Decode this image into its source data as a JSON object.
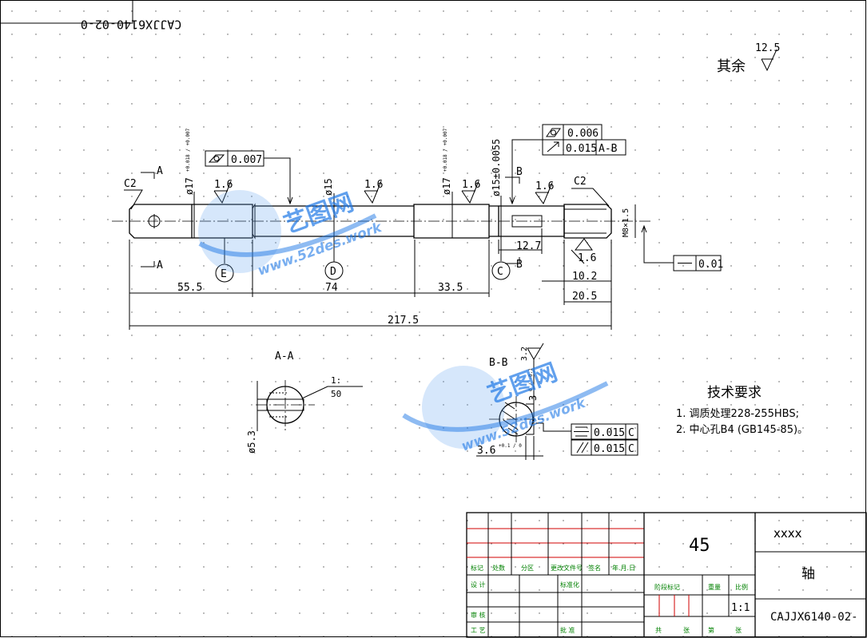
{
  "drawing": {
    "corner_code_mirrored": "CAJJX6140-02-0",
    "roughness_other": {
      "label": "其余",
      "value": "12.5"
    },
    "main_view": {
      "chamfer_left": "C2",
      "chamfer_right": "C2",
      "section_a": "A",
      "section_b": "B",
      "dia_left_journal": "ø17",
      "dia_left_journal_tol": "+0.018 / +0.007",
      "dia_middle": "ø15",
      "dia_right_journal": "ø17",
      "dia_right_journal_tol": "+0.018 / +0.007",
      "dia_keyed": "ø15±0.0055",
      "thread": "M8×1.5",
      "roughness_marks": [
        "1.6",
        "1.6",
        "1.6",
        "1.6",
        "1.6"
      ],
      "gdt_runout_1": {
        "symbol": "cylindricity",
        "value": "0.007"
      },
      "gdt_runout_2": {
        "symbol": "cylindricity",
        "value": "0.006"
      },
      "gdt_runout_3": {
        "symbol": "runout",
        "value": "0.015",
        "datum": "A-B"
      },
      "gdt_straight": {
        "symbol": "straightness",
        "value": "0.01"
      },
      "datum_e": "E",
      "datum_d": "D",
      "datum_c": "C",
      "dims": {
        "d55": "55.5",
        "d74": "74",
        "d33": "33.5",
        "d12": "12.7",
        "d10": "10.2",
        "d20": "20.5",
        "d217": "217.5"
      }
    },
    "section_aa": {
      "title": "A-A",
      "taper": "1:",
      "taper_den": "50",
      "dia": "ø5.3"
    },
    "section_bb": {
      "title": "B-B",
      "roughness": "3.2",
      "depth": "3",
      "depth_tol": "0 / -0.1",
      "width": "3.6",
      "width_tol": "+0.1 / 0",
      "gdt_sym": {
        "symbol": "symmetry",
        "value": "0.015",
        "datum": "C"
      },
      "gdt_par": {
        "symbol": "parallelism",
        "value": "0.015",
        "datum": "C"
      }
    },
    "tech_req": {
      "title": "技术要求",
      "items": [
        "1. 调质处理228-255HBS;",
        "2. 中心孔B4 (GB145-85)。"
      ]
    }
  },
  "title_block": {
    "material": "45",
    "company": "xxxx",
    "part_name": "轴",
    "drawing_no": "CAJJX6140-02-",
    "scale": "1:1",
    "revision_headers": [
      "标记",
      "处数",
      "分区",
      "更改文件号",
      "签名",
      "年.月.日"
    ],
    "sign_labels": {
      "design": "设 计",
      "standard": "标准化",
      "review": "审 核",
      "process": "工 艺",
      "approve": "批 准"
    },
    "stage_headers": {
      "stage": "阶段标记",
      "weight": "重量",
      "scale": "比例"
    },
    "sheet_labels": [
      "共",
      "张",
      "第",
      "张"
    ]
  },
  "watermark": {
    "brand": "艺图网",
    "url": "www.52des.work"
  }
}
